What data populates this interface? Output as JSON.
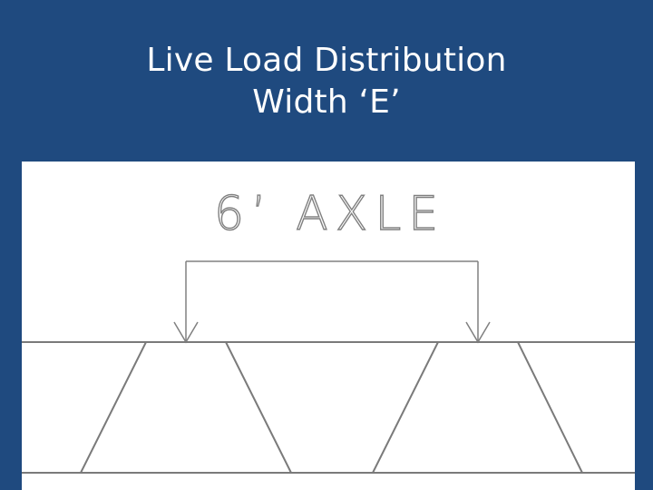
{
  "slide": {
    "title_line1": "Live Load Distribution",
    "title_line2": "Width ‘E’"
  },
  "diagram": {
    "axle_label": "6’ AXLE"
  },
  "colors": {
    "background": "#1f4a7f",
    "title_text": "#ffffff",
    "panel": "#ffffff",
    "line": "#7a7a7a"
  }
}
